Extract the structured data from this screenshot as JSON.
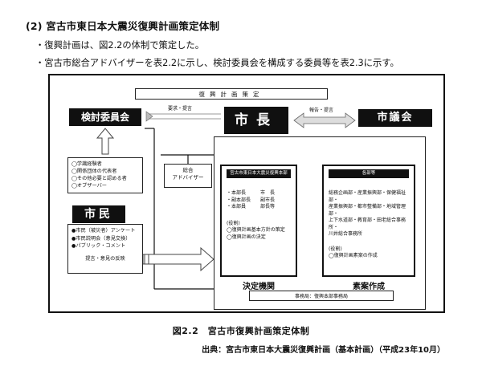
{
  "heading": "(2) 宮古市東日本大震災復興計画策定体制",
  "bullets": [
    "・復興計画は、図2.2の体制で策定した。",
    "・宮古市総合アドバイザーを表2.2に示し、検討委員会を構成する委員等を表2.3に示す。"
  ],
  "diagram": {
    "title_bar": "復興計画策定",
    "kentou_title": "検討委員会",
    "kentou_items": [
      "◯学識経験者",
      "◯関係団体の代表者",
      "◯その他必要と認める者",
      "◯オブザーバー"
    ],
    "mayor_title": "市長",
    "council_title": "市議会",
    "request_left": "要求・提言",
    "request_right": "報告・提言",
    "advisor_label": "総合\nアドバイザー",
    "citizens_title": "市民",
    "citizens_items": [
      "●市民（被災者）アンケート",
      "●市民説明会（意見交換）",
      "●パブリック・コメント"
    ],
    "citizens_note": "提言・意見の反映",
    "left_panel": {
      "header": "宮古市東日本大震災復興本部",
      "members": [
        "・本部長　　　市　長",
        "・副本部長　　副市長",
        "・本部員　　　部長等"
      ],
      "duties_title": "(役割)",
      "duties": [
        "◯復興計画基本方針の策定",
        "◯復興計画の決定"
      ],
      "footer": "決定機関"
    },
    "right_panel": {
      "header": "各部等",
      "depts": [
        "総務企画部・産業振興部・保健福祉部・",
        "産業振興部・都市整備部・地域管理部・",
        "上下水道部・教育部・田老総合事務所・",
        "川井総合事務所"
      ],
      "duties_title": "(役割)",
      "duties": [
        "◯復興計画素案の作成"
      ],
      "footer": "素案作成"
    },
    "secretariat": "事務局：復興本部事務局"
  },
  "caption": "図2.2　宮古市復興計画策定体制",
  "source": "出典：宮古市東日本大震災復興計画（基本計画）（平成23年10月）"
}
